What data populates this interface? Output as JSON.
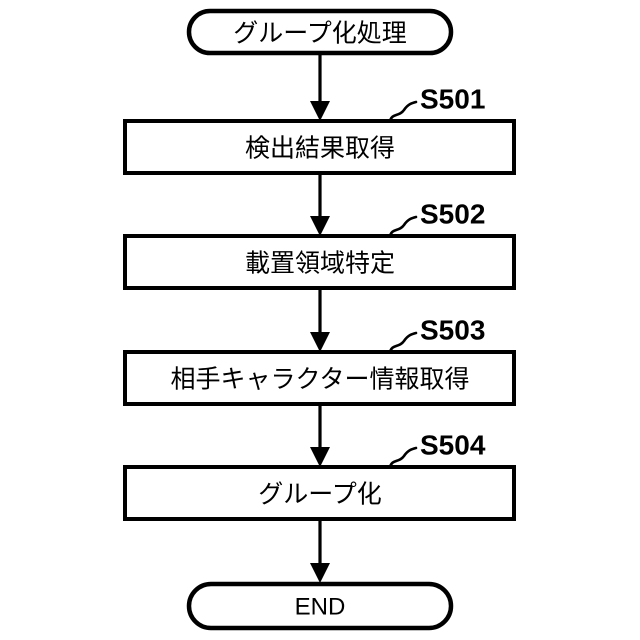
{
  "diagram": {
    "type": "flowchart",
    "orientation": "vertical",
    "start_terminal": {
      "label": "グループ化処理",
      "shape": "stadium"
    },
    "end_terminal": {
      "label": "END",
      "shape": "stadium"
    },
    "steps": [
      {
        "id": "S501",
        "label": "検出結果取得",
        "step_number": "S501",
        "shape": "rectangle"
      },
      {
        "id": "S502",
        "label": "載置領域特定",
        "step_number": "S502",
        "shape": "rectangle"
      },
      {
        "id": "S503",
        "label": "相手キャラクター情報取得",
        "step_number": "S503",
        "shape": "rectangle"
      },
      {
        "id": "S504",
        "label": "グループ化",
        "step_number": "S504",
        "shape": "rectangle"
      }
    ],
    "colors": {
      "stroke": "#000000",
      "fill": "#ffffff",
      "text": "#000000",
      "background": "#ffffff"
    }
  }
}
